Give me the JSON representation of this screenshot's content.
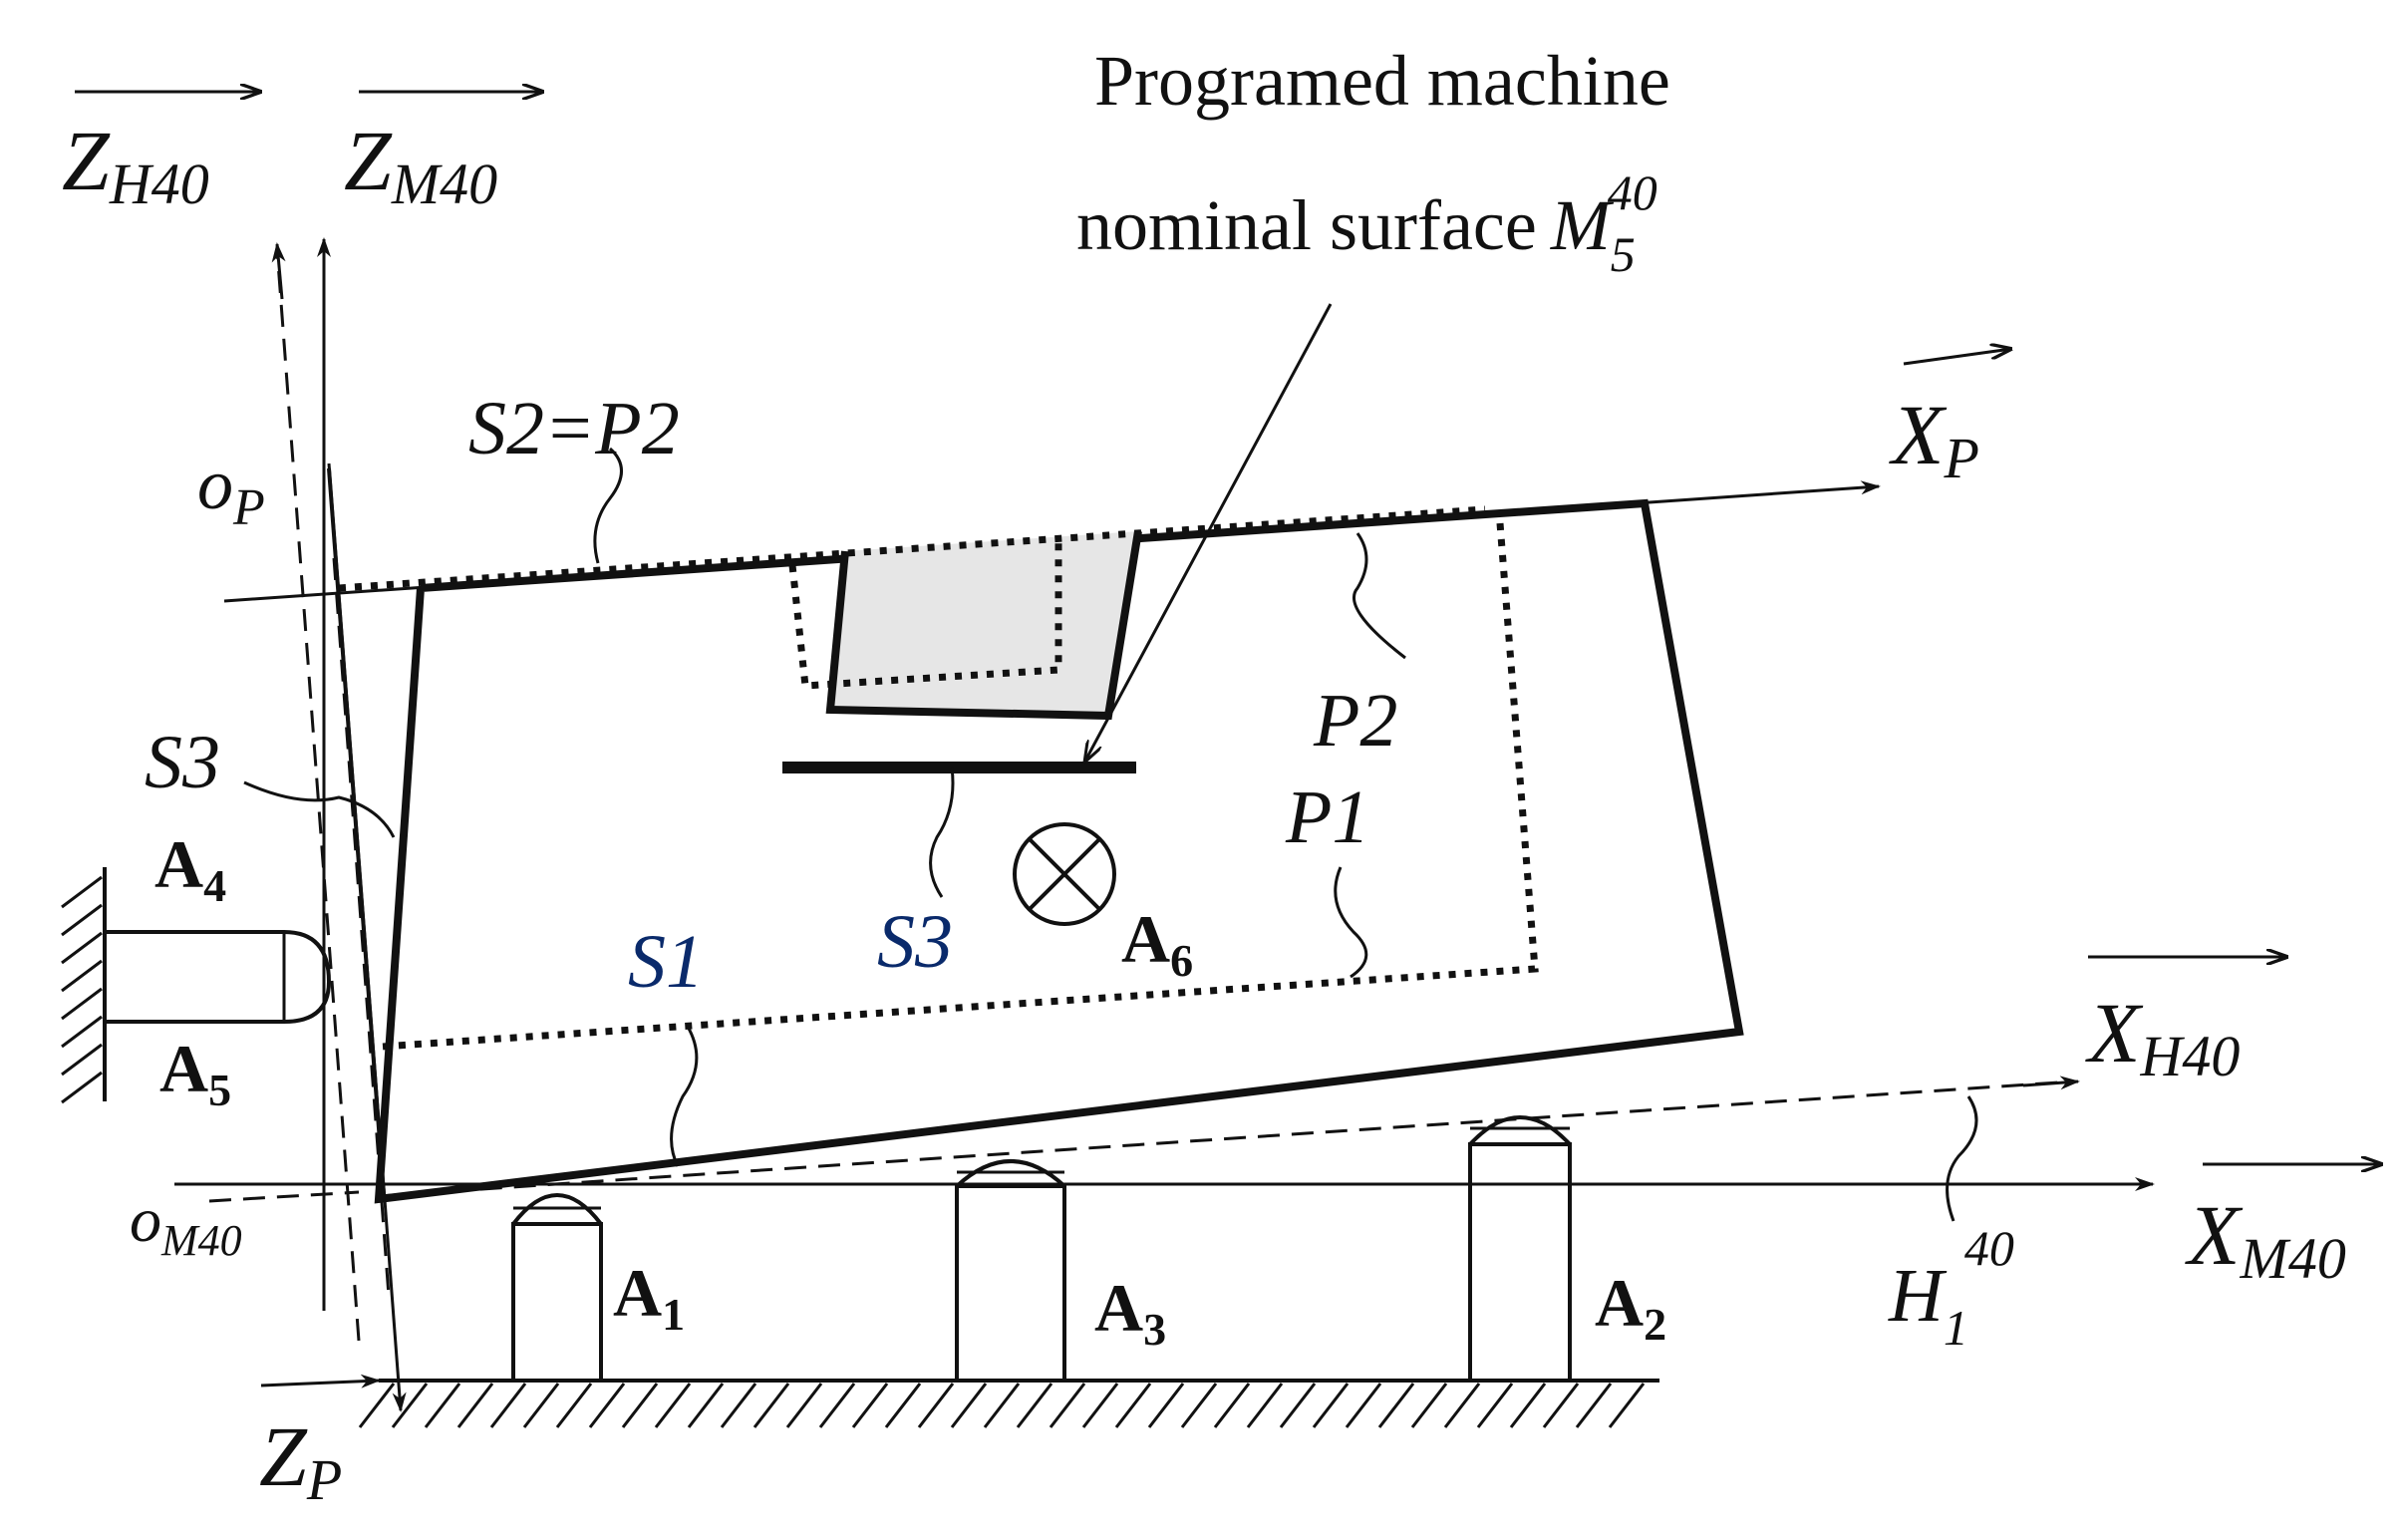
{
  "callout": {
    "line1": "Programed machine",
    "line2": "nominal surface",
    "symbol": "M",
    "sub": "5",
    "sup": "40"
  },
  "axes": {
    "z_h40": {
      "base": "Z",
      "sub": "H40"
    },
    "z_m40": {
      "base": "Z",
      "sub": "M40"
    },
    "x_p": {
      "base": "X",
      "sub": "P"
    },
    "x_h40": {
      "base": "X",
      "sub": "H40"
    },
    "x_m40": {
      "base": "X",
      "sub": "M40"
    },
    "z_p": {
      "base": "Z",
      "sub": "P"
    }
  },
  "origins": {
    "o_p": {
      "base": "o",
      "sub": "P"
    },
    "o_m40": {
      "base": "o",
      "sub": "M40"
    }
  },
  "surfaces": {
    "s2_p2": "S2=P2",
    "s3_left": "S3",
    "s3_center": "S3",
    "s1": "S1",
    "p1": "P1",
    "p2": "P2"
  },
  "h_plane": {
    "base": "H",
    "sub": "1",
    "sup": "40"
  },
  "locators": {
    "a1": {
      "base": "A",
      "sub": "1"
    },
    "a2": {
      "base": "A",
      "sub": "2"
    },
    "a3": {
      "base": "A",
      "sub": "3"
    },
    "a4": {
      "base": "A",
      "sub": "4"
    },
    "a5": {
      "base": "A",
      "sub": "5"
    },
    "a6": {
      "base": "A",
      "sub": "6"
    }
  },
  "colors": {
    "ink": "#111111",
    "pocket_fill": "#e6e6e6",
    "label_blue": "#0a2a6b"
  }
}
